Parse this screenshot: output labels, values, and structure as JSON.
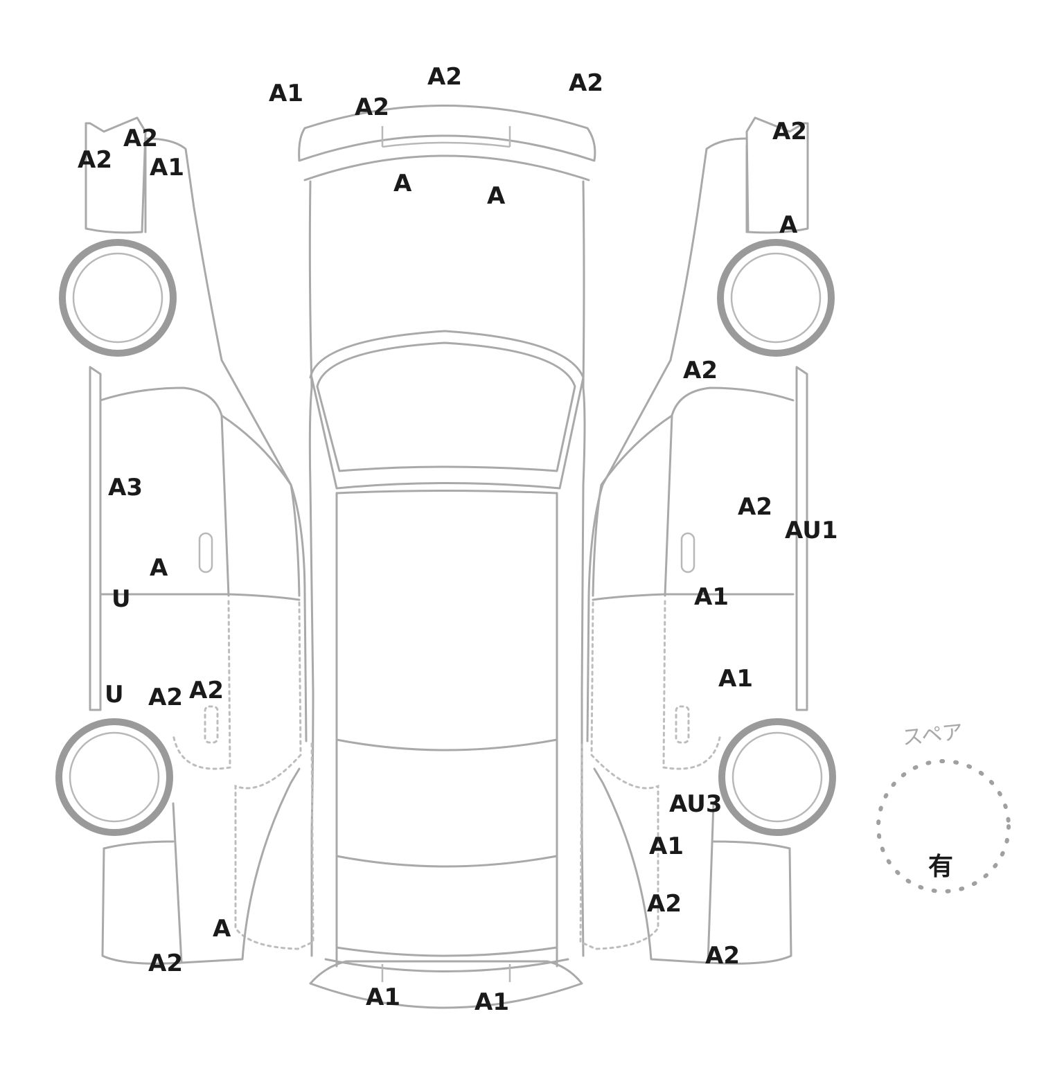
{
  "spare": {
    "caption": "スペア",
    "value": "有"
  },
  "labels": {
    "hood_a1": "A1",
    "hood_a2_top": "A2",
    "hood_a2_right": "A2",
    "hood_a2_left": "A2",
    "hood_a_left": "A",
    "hood_a_right": "A",
    "lf_a2": "A2",
    "lf_a2_b": "A2",
    "lf_a1": "A1",
    "rf_a2": "A2",
    "rf_a": "A",
    "r_pillar_a2": "A2",
    "l_a3": "A3",
    "l_a": "A",
    "l_u": "U",
    "l_u2": "U",
    "l_a2_a": "A2",
    "l_a2_b": "A2",
    "l_rear_a": "A",
    "l_rear_a2": "A2",
    "r_door_a2": "A2",
    "r_au1": "AU1",
    "r_a1": "A1",
    "r_a1_b": "A1",
    "r_au3": "AU3",
    "r_rear_a1": "A1",
    "r_rear_a2": "A2",
    "r_rear_a2_b": "A2",
    "rear_a1_left": "A1",
    "rear_a1_right": "A1"
  }
}
